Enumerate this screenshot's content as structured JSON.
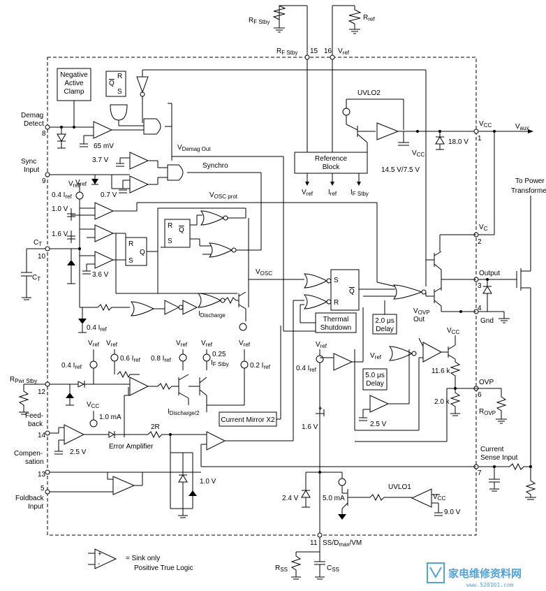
{
  "top": {
    "rf_stby": "R",
    "rf_stby_sub": "F Stby",
    "rref": "R",
    "rref_sub": "ref",
    "pin15_label": "R",
    "pin15_label_sub": "F Stby",
    "pin15": "15",
    "pin16": "16",
    "pin16_label": "V",
    "pin16_label_sub": "ref"
  },
  "blocks": {
    "neg_clamp": [
      "Negative",
      "Active",
      "Clamp"
    ],
    "reference": [
      "Reference",
      "Block"
    ],
    "thermal": [
      "Thermal",
      "Shutdown"
    ],
    "current_mirror": "Current Mirror X2",
    "delay2": [
      "2.0 μs",
      "Delay"
    ],
    "delay5": [
      "5.0 μs",
      "Delay"
    ]
  },
  "pins_left": {
    "demag": [
      "Demag",
      "Detect"
    ],
    "p8": "8",
    "sync": [
      "Sync",
      "Input"
    ],
    "p9": "9",
    "ct": "C",
    "ct_sub": "T",
    "p10": "10",
    "rpwr": "R",
    "rpwr_sub": "Pwr Stby",
    "p12": "12",
    "feedback": [
      "Feed-",
      "back"
    ],
    "p14": "14",
    "comp": [
      "Compen-",
      "sation"
    ],
    "p13": "13",
    "foldback": [
      "Foldback",
      "Input"
    ],
    "p5": "5"
  },
  "pins_right": {
    "vcc": "V",
    "vcc_sub": "CC",
    "p1": "1",
    "vaux": "V",
    "vaux_sub": "aux",
    "vc": "V",
    "vc_sub": "C",
    "p2": "2",
    "output": "Output",
    "p3": "3",
    "gnd": "Gnd",
    "p4": "4",
    "ovp": "OVP",
    "p6": "6",
    "rovp": "R",
    "rovp_sub": "OVP",
    "cs": [
      "Current",
      "Sense Input"
    ],
    "p7": "7",
    "to_power": [
      "To Power",
      "Transformer"
    ]
  },
  "bottom": {
    "p11": "11",
    "ss_label": "SS/D",
    "ss_sub": "max",
    "ss_tail": "/VM",
    "rss": "R",
    "rss_sub": "SS",
    "css": "C",
    "css_sub": "SS"
  },
  "labels": {
    "uvlo2": "UVLO2",
    "uvlo1": "UVLO1",
    "vdemag_out": "V",
    "vdemag_out_sub": "Demag Out",
    "synchro": "Synchro",
    "vosc_prot": "V",
    "vosc_prot_sub": "OSC prot",
    "vosc": "V",
    "vosc_sub": "OSC",
    "idischarge": "I",
    "idischarge_sub": "Discharge",
    "idischarge2": "I",
    "idischarge2_sub": "Discharge/2",
    "vovp_out": "V",
    "vovp_out_sub": "OVP",
    "vovp_out_tail": "Out",
    "error_amp": "Error Amplifier",
    "r2": "2R",
    "vref_r": "V",
    "vref_r_sub": "ref",
    "iref_r": "I",
    "iref_r_sub": "ref",
    "ifstby_r": "I",
    "ifstby_r_sub": "F Stby",
    "v_65mv": "65 mV",
    "v_37": "3.7 V",
    "v_07": "0.7 V",
    "v_10": "1.0 V",
    "v_16": "1.6 V",
    "v_36": "3.6 V",
    "i04_a": "0.4 I",
    "i04_b": "0.4 I",
    "i04_c": "0.4 I",
    "i04_d": "0.4 I",
    "i06": "0.6 I",
    "i08": "0.8 I",
    "i025": "0.25",
    "i025_b": "I",
    "i025_sub": "F Stby",
    "i02": "0.2 I",
    "iref_sub": "ref",
    "vref": "V",
    "vref_sub": "ref",
    "v_18": "18.0 V",
    "v_145": "14.5 V/7.5 V",
    "r116": "11.6 k",
    "r20": "2.0 k",
    "v_25a": "2.5 V",
    "v_25b": "2.5 V",
    "ma10": "1.0 mA",
    "v_10b": "1.0 V",
    "v_16b": "1.6 V",
    "v_24": "2.4 V",
    "ma50": "5.0 mA",
    "v_90": "9.0 V",
    "vcc_small": "V",
    "vcc_small_sub": "CC",
    "legend": [
      "= Sink only",
      "Positive True Logic"
    ],
    "rs": "R",
    "qbar": "Q",
    "s": "S",
    "q": "Q"
  },
  "watermark": {
    "text": "家电维修资料网",
    "url": "www.520101.com"
  }
}
